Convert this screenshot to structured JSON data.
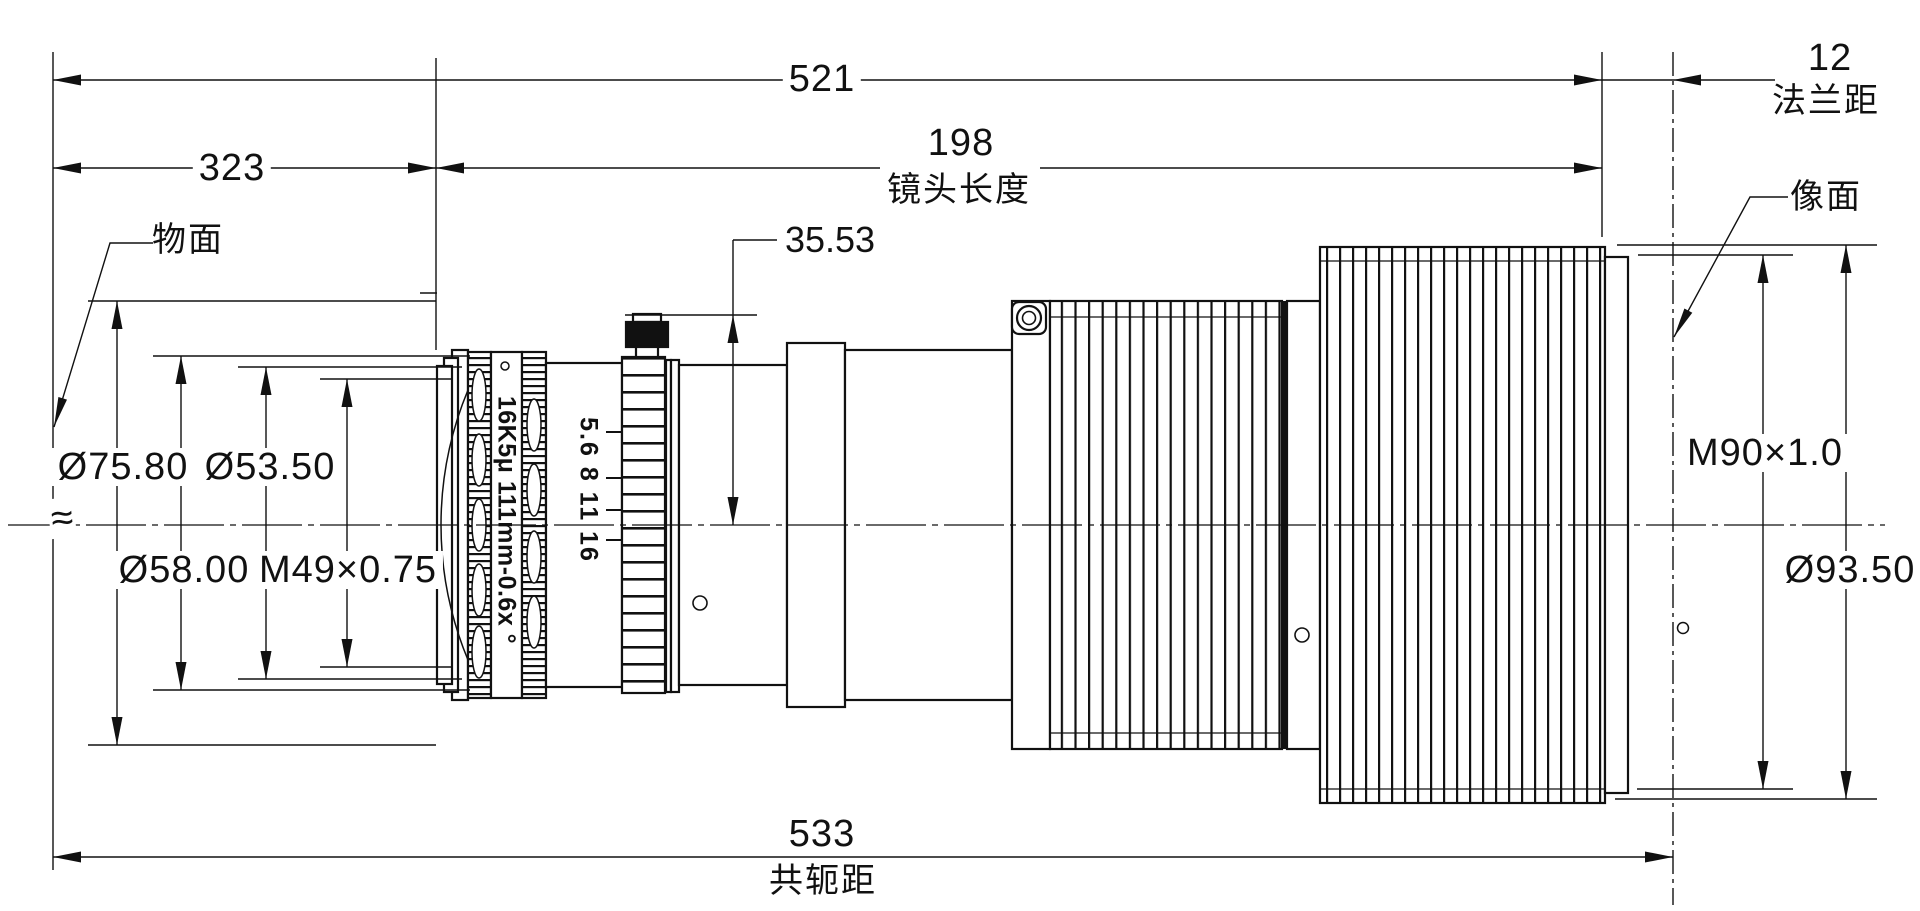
{
  "drawing": {
    "title": "line-scan-lens-dimension-drawing",
    "dims": {
      "total_to_flange": "521",
      "flange_distance": "12",
      "flange_distance_label": "法兰距",
      "object_distance": "323",
      "lens_length": "198",
      "lens_length_label": "镜头长度",
      "aperture_housing_radius": "35.53",
      "front_od": "Ø75.80",
      "front_inner_od": "Ø53.50",
      "focus_ring_od": "Ø58.00",
      "front_thread": "M49×0.75",
      "mount_thread": "M90×1.0",
      "rear_od": "Ø93.50",
      "conjugate_distance": "533",
      "conjugate_distance_label": "共轭距"
    },
    "labels": {
      "object_plane": "物面",
      "image_plane": "像面",
      "break_symbol": "≈"
    },
    "lens_markings": {
      "model": "16K5μ 111mm-0.6x °",
      "aperture_scale": "5.6  8  11  16"
    },
    "colors": {
      "line": "#111111",
      "background": "#ffffff"
    }
  }
}
